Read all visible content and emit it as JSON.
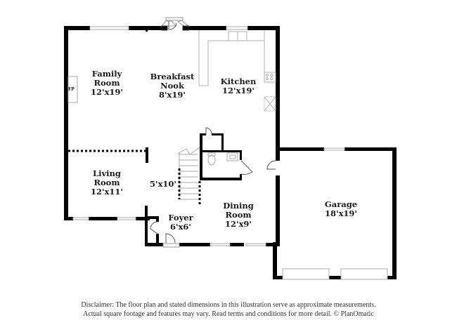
{
  "floor_plan": {
    "rooms": [
      {
        "name": "Family Room",
        "line1": "Family",
        "line2": "Room",
        "dimensions": "12'x19'"
      },
      {
        "name": "Breakfast Nook",
        "line1": "Breakfast",
        "line2": "Nook",
        "dimensions": "8'x19'"
      },
      {
        "name": "Kitchen",
        "line1": "Kitchen",
        "line2": "",
        "dimensions": "12'x19'"
      },
      {
        "name": "Living Room",
        "line1": "Living",
        "line2": "Room",
        "dimensions": "12'x11'"
      },
      {
        "name": "Stairs",
        "line1": "",
        "line2": "",
        "dimensions": "5'x10'"
      },
      {
        "name": "Foyer",
        "line1": "Foyer",
        "line2": "",
        "dimensions": "6'x6'"
      },
      {
        "name": "Dining Room",
        "line1": "Dining",
        "line2": "Room",
        "dimensions": "12'x9'"
      },
      {
        "name": "Garage",
        "line1": "Garage",
        "line2": "",
        "dimensions": "18'x19'"
      }
    ],
    "fixtures": {
      "fireplace_label": "FP"
    },
    "colors": {
      "wall": "#000000",
      "window": "#bdbdbd",
      "fixture": "#b0b0b0",
      "text": "#1a1a1a"
    }
  },
  "disclaimer": {
    "line1": "Disclaimer: The floor plan and stated dimensions in this illustration serve as approximate measurements.",
    "line2": "Actual square footage and features may vary. Read terms and conditions for more detail. © PlanOmatic"
  }
}
